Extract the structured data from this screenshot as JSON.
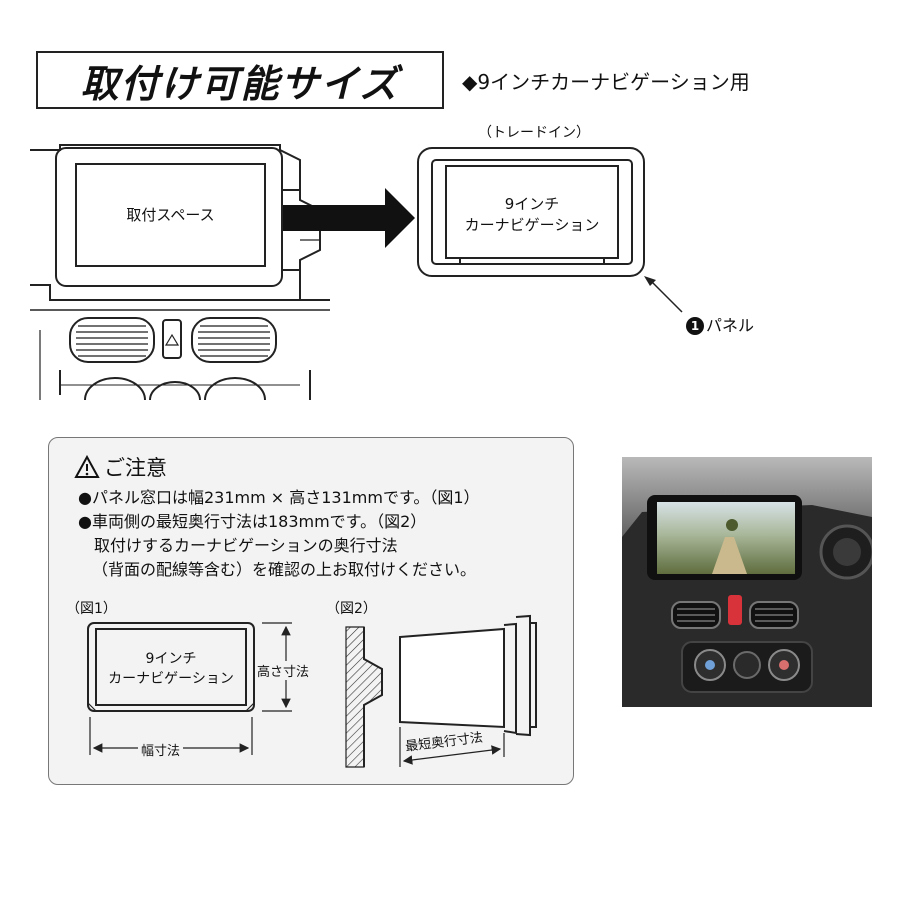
{
  "header": {
    "title": "取付け可能サイズ",
    "subtitle": "◆9インチカーナビゲーション用"
  },
  "top_diagram": {
    "install_space_label": "取付スペース",
    "trade_in_label": "（トレードイン）",
    "navi_line1": "9インチ",
    "navi_line2": "カーナビゲーション",
    "panel_number": "1",
    "panel_label": "パネル"
  },
  "notice": {
    "title": "ご注意",
    "lines": [
      "●パネル窓口は幅231mm × 高さ131mmです。（図1）",
      "●車両側の最短奥行寸法は183mmです。（図2）",
      "　取付けするカーナビゲーションの奥行寸法",
      "（背面の配線等含む）を確認の上お取付けください。"
    ],
    "fig1": {
      "caption": "（図1）",
      "navi_line1": "9インチ",
      "navi_line2": "カーナビゲーション",
      "height_label": "高さ寸法",
      "width_label": "幅寸法"
    },
    "fig2": {
      "caption": "（図2）",
      "depth_label": "最短奥行寸法"
    }
  },
  "colors": {
    "line": "#222222",
    "notice_bg": "#f3f3f3",
    "photo_dark": "#1a1a1a",
    "accent_red": "#d8323a"
  }
}
